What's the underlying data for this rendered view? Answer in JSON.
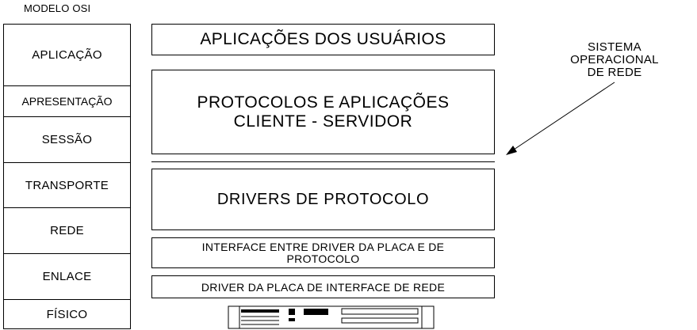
{
  "title": "MODELO OSI",
  "osi_layers": [
    "APLICAÇÃO",
    "APRESENTAÇÃO",
    "SESSÃO",
    "TRANSPORTE",
    "REDE",
    "ENLACE",
    "FÍSICO"
  ],
  "stack": {
    "apps": "APLICAÇÕES DOS USUÁRIOS",
    "protocols_line1": "PROTOCOLOS E APLICAÇÕES",
    "protocols_line2": "CLIENTE - SERVIDOR",
    "drivers": "DRIVERS DE PROTOCOLO",
    "interface_line1": "INTERFACE ENTRE DRIVER DA PLACA E DE",
    "interface_line2": "PROTOCOLO",
    "nic_driver": "DRIVER DA PLACA DE INTERFACE DE REDE"
  },
  "annotation": {
    "line1": "SISTEMA",
    "line2": "OPERACIONAL",
    "line3": "DE REDE"
  }
}
